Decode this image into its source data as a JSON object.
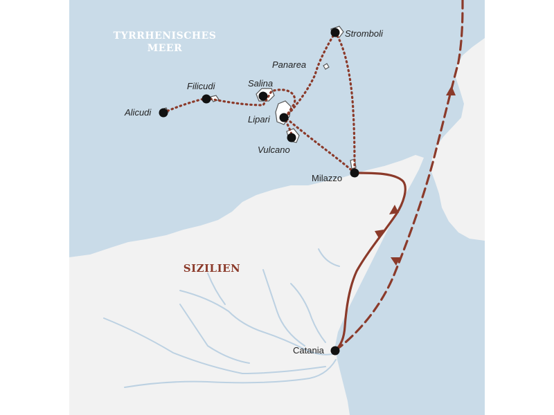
{
  "colors": {
    "sea": "#c9dbe8",
    "land": "#f2f2f2",
    "river": "#bcd1e2",
    "route_red": "#8b3a2a",
    "dot": "#111111",
    "region_label": "#8b3a2a"
  },
  "labels": {
    "sea": [
      "TYRRHENISCHES",
      "MEER"
    ],
    "region": "SIZILIEN"
  },
  "places": [
    {
      "id": "stromboli",
      "name": "Stromboli",
      "has_dot": true
    },
    {
      "id": "panarea",
      "name": "Panarea",
      "has_dot": false
    },
    {
      "id": "salina",
      "name": "Salina",
      "has_dot": true
    },
    {
      "id": "filicudi",
      "name": "Filicudi",
      "has_dot": true
    },
    {
      "id": "alicudi",
      "name": "Alicudi",
      "has_dot": true
    },
    {
      "id": "lipari",
      "name": "Lipari",
      "has_dot": true
    },
    {
      "id": "vulcano",
      "name": "Vulcano",
      "has_dot": true
    },
    {
      "id": "milazzo",
      "name": "Milazzo",
      "has_dot": true
    },
    {
      "id": "catania",
      "name": "Catania",
      "has_dot": true
    }
  ],
  "routes": [
    {
      "id": "ferry-route",
      "style": "dotted",
      "color": "route_red"
    },
    {
      "id": "bus-route",
      "style": "solid",
      "color": "route_red"
    },
    {
      "id": "flight-route",
      "style": "dashed",
      "color": "route_red"
    }
  ]
}
